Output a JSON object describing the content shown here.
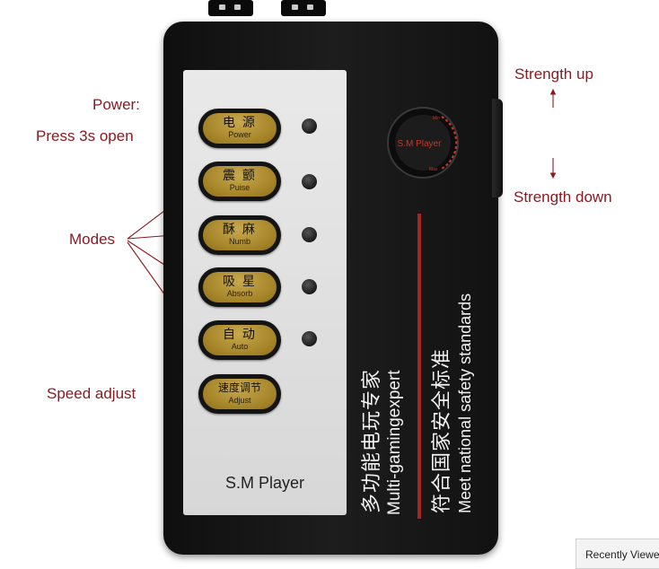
{
  "annotations": {
    "power_line1": "Power:",
    "power_line2": "Press 3s open",
    "modes": "Modes",
    "speed_adjust": "Speed adjust",
    "strength_up": "Strength up",
    "strength_down": "Strength down"
  },
  "device": {
    "buttons": [
      {
        "cn": "电 源",
        "en": "Power"
      },
      {
        "cn": "震 颤",
        "en": "Puise"
      },
      {
        "cn": "酥 麻",
        "en": "Numb"
      },
      {
        "cn": "吸 星",
        "en": "Absorb"
      },
      {
        "cn": "自 动",
        "en": "Auto"
      },
      {
        "cn": "速度调节",
        "en": "Adjust"
      }
    ],
    "brand": "S.M Player",
    "dial": {
      "label": "S.M Player",
      "min_label": "Min",
      "max_label": "Max"
    },
    "vertical_text": {
      "cn1": "多功能电玩专家",
      "en1": "Multi-gamingexpert",
      "cn2": "符合国家安全标准",
      "en2": "Meet national safety standards"
    }
  },
  "colors": {
    "annotation": "#8b1a22",
    "button_gold": "#b39433",
    "device_body": "#151515",
    "accent_bar": "#a3281f"
  },
  "footer": {
    "recently_viewed": "Recently Viewe"
  }
}
